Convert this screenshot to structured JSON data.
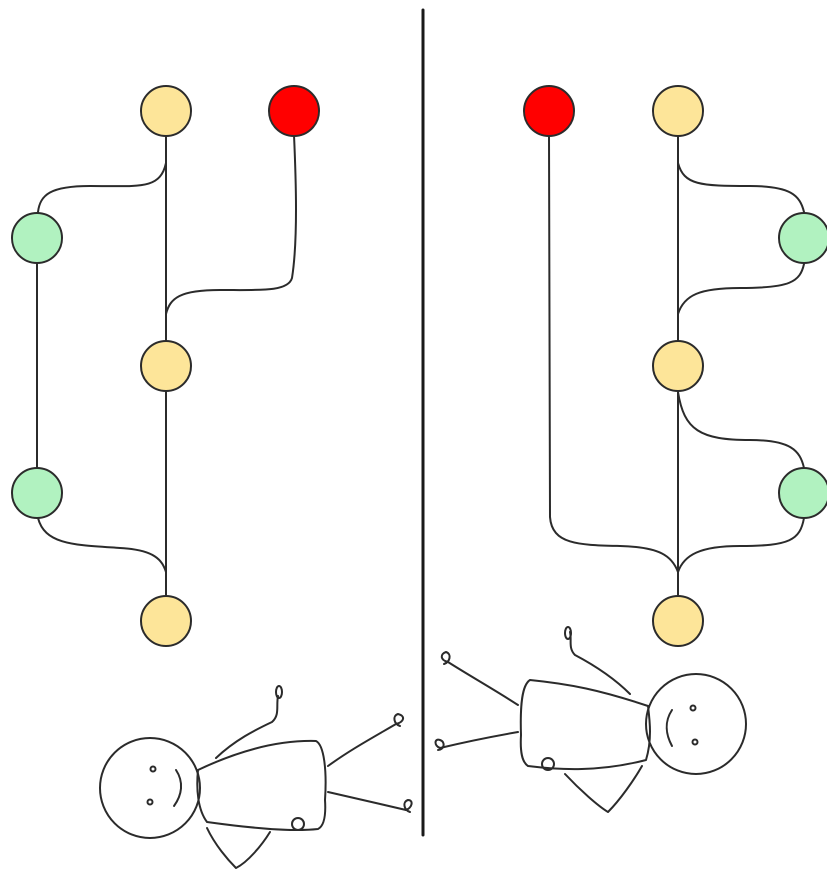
{
  "colors": {
    "main_node": "#fde599",
    "branch_node": "#b1f2c0",
    "highlight_node": "#ff0000",
    "line": "#2b2b2b",
    "background": "#ffffff"
  },
  "left_graph": {
    "nodes": [
      {
        "id": "L-top",
        "kind": "main"
      },
      {
        "id": "L-red",
        "kind": "highlight"
      },
      {
        "id": "L-branch-1",
        "kind": "branch"
      },
      {
        "id": "L-mid",
        "kind": "main"
      },
      {
        "id": "L-branch-2",
        "kind": "branch"
      },
      {
        "id": "L-bottom",
        "kind": "main"
      }
    ]
  },
  "right_graph": {
    "nodes": [
      {
        "id": "R-red",
        "kind": "highlight"
      },
      {
        "id": "R-top",
        "kind": "main"
      },
      {
        "id": "R-branch-1",
        "kind": "branch"
      },
      {
        "id": "R-mid",
        "kind": "main"
      },
      {
        "id": "R-branch-2",
        "kind": "branch"
      },
      {
        "id": "R-bottom",
        "kind": "main"
      }
    ]
  },
  "figures": [
    "stick-figure-left",
    "stick-figure-right"
  ]
}
